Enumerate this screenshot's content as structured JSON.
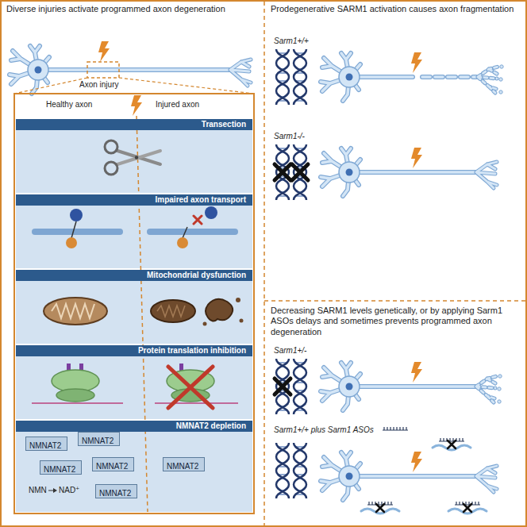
{
  "diagram": {
    "nodes": [
      {
        "text": [
          "Diverse injuries activate programmed axon degeneration"
        ]
      },
      {
        "text": [
          "Transection"
        ],
        "in": 0
      },
      {
        "text": [
          "Impaired axon transport"
        ],
        "in": 0
      },
      {
        "text": [
          "Mitochondrial dysfunction"
        ],
        "in": 0
      },
      {
        "text": [
          "Protein translation inhibition"
        ],
        "in": 0
      },
      {
        "text": [
          "NMNAT2 depletion"
        ],
        "in": 0
      },
      {
        "text": [
          "NMNAT2"
        ],
        "in": 5
      },
      {
        "text": [
          "NMNAT2"
        ],
        "in": 5
      },
      {
        "text": [
          "NMNAT2"
        ],
        "in": 5
      },
      {
        "text": [
          "NMNAT2"
        ],
        "in": 5
      },
      {
        "text": [
          "NMNAT2"
        ],
        "in": 5
      },
      {
        "text": [
          "NMNAT2"
        ],
        "in": 5
      },
      {
        "text": [
          "Prodegenerative SARM1 activation causes axon fragmentation"
        ]
      },
      {
        "text": [
          "Decreasing SARM1 levels genetically, or by applying Sarm1 ASOs delays and sometimes prevents programmed axon degeneration"
        ]
      }
    ],
    "labels": [
      "Axon injury",
      "Healthy axon",
      "Injured axon",
      "NMN",
      "NAD⁺",
      "Sarm1+/+",
      "Sarm1-/-",
      "Sarm1+/-",
      "Sarm1+/+ plus Sarm1 ASOs"
    ]
  }
}
